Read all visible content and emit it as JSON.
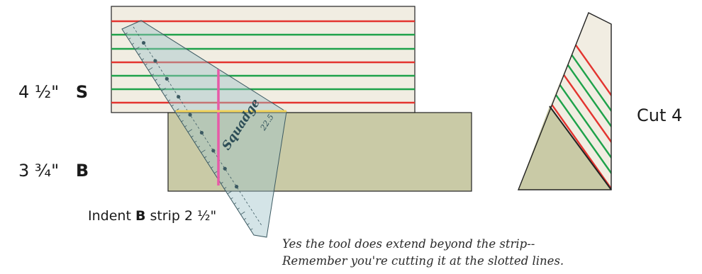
{
  "labels": {
    "strip_s_measure": "4 ½\"",
    "strip_s_letter": "S",
    "strip_b_measure": "3 ¾\"",
    "strip_b_letter": "B",
    "indent_prefix": "Indent ",
    "indent_letter": "B",
    "indent_suffix": " strip 2 ½\"",
    "cut_count": "Cut 4"
  },
  "note": {
    "line1": "Yes the tool does extend beyond the strip--",
    "line2": "Remember you're cutting it at the slotted lines."
  },
  "ruler": {
    "brand_text": "Squadge",
    "angle_text": "22.5"
  },
  "colors": {
    "strip_s_fill": "#f1ede2",
    "strip_b_fill": "#c9caa6",
    "stripe_red": "#e3342f",
    "stripe_green": "#1ea24a",
    "ruler_tint": "#9fc3c9",
    "ruler_slot_pink": "#e85aa8",
    "ruler_slot_yellow": "#f1d35a",
    "outline": "#222222"
  }
}
